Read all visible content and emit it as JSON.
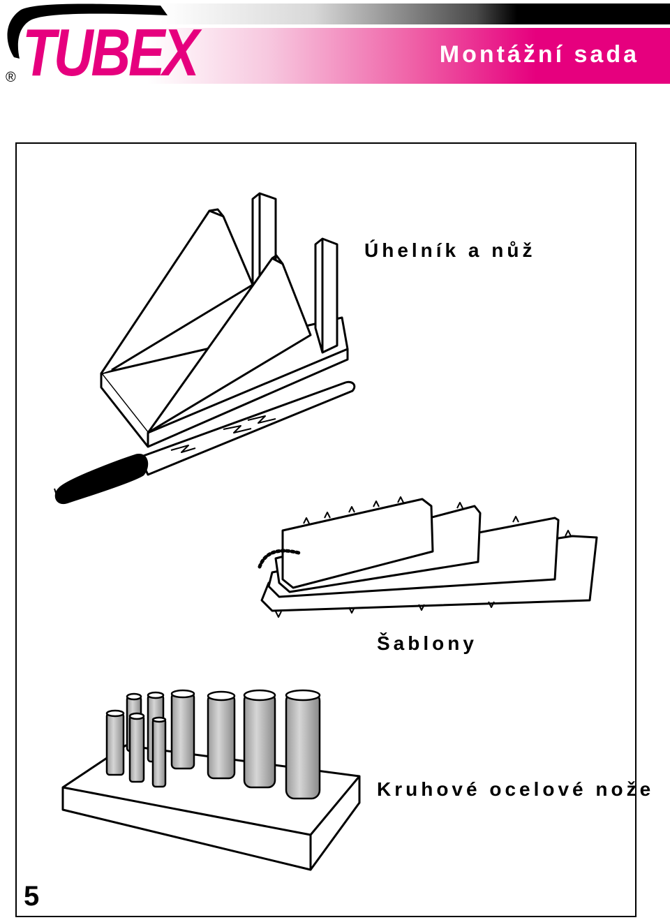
{
  "header": {
    "brand": "TUBEX",
    "registered_mark": "®",
    "title": "Montážní sada"
  },
  "captions": {
    "square_and_knife": "Úhelník a nůž",
    "templates": "Šablony",
    "circular_knives": "Kruhové ocelové nože"
  },
  "page_number": "5",
  "colors": {
    "brand_magenta": "#e6007e",
    "text": "#000000"
  }
}
